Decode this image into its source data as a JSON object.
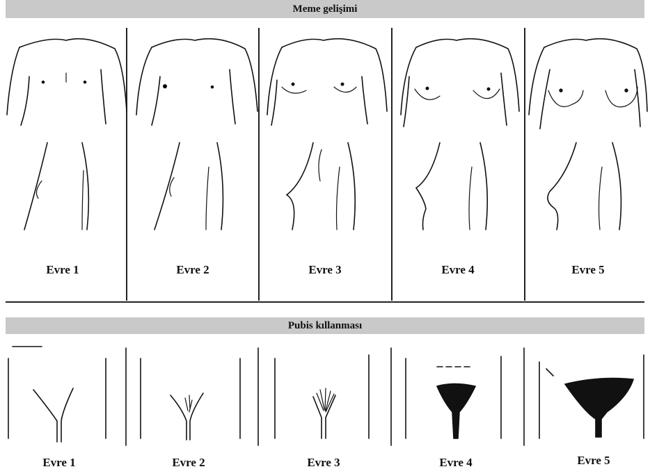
{
  "breast_section": {
    "title": "Meme gelişimi",
    "stages": [
      "Evre 1",
      "Evre 2",
      "Evre 3",
      "Evre 4",
      "Evre 5"
    ]
  },
  "pubic_section": {
    "title": "Pubis kıllanması",
    "stages": [
      "Evre 1",
      "Evre 2",
      "Evre 3",
      "Evre 4",
      "Evre 5"
    ]
  }
}
